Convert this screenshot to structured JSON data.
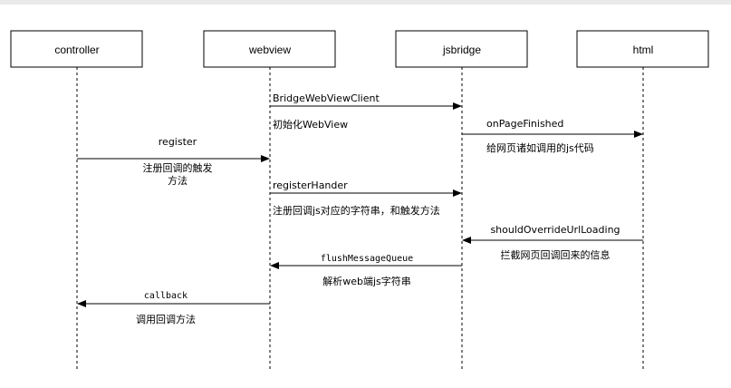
{
  "actors": {
    "controller": "controller",
    "webview": "webview",
    "jsbridge": "jsbridge",
    "html": "html"
  },
  "messages": [
    {
      "from": "webview",
      "to": "jsbridge",
      "label": "BridgeWebViewClient",
      "note": "初始化WebView"
    },
    {
      "from": "jsbridge",
      "to": "html",
      "label": "onPageFinished",
      "note": "给网页诸如调用的js代码"
    },
    {
      "from": "controller",
      "to": "webview",
      "label": "register",
      "note_line1": "注册回调的触发",
      "note_line2": "方法"
    },
    {
      "from": "webview",
      "to": "jsbridge",
      "label": "registerHander",
      "note": "注册回调js对应的字符串，和触发方法"
    },
    {
      "from": "html",
      "to": "jsbridge",
      "label": "shouldOverrideUrlLoading",
      "note": "拦截网页回调回来的信息"
    },
    {
      "from": "jsbridge",
      "to": "webview",
      "label": "flushMessageQueue",
      "note": "解析web端js字符串"
    },
    {
      "from": "webview",
      "to": "controller",
      "label": "callback",
      "note": "调用回调方法"
    }
  ]
}
